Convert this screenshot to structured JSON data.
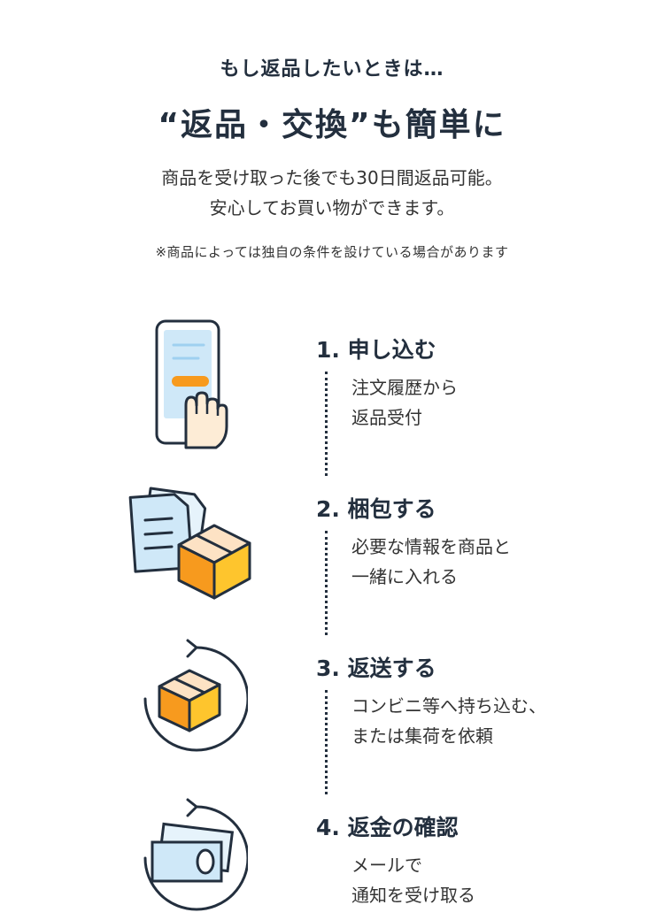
{
  "intro": {
    "lead": "もし返品したいときは…",
    "headline": "“返品・交換”も簡単に",
    "desc_line1": "商品を受け取った後でも30日間返品可能。",
    "desc_line2": "安心してお買い物ができます。",
    "note": "※商品によっては独自の条件を設けている場合があります"
  },
  "steps": [
    {
      "title": "1. 申し込む",
      "line1": "注文履歴から",
      "line2": "返品受付",
      "icon": "phone-tap-icon"
    },
    {
      "title": "2. 梱包する",
      "line1": "必要な情報を商品と",
      "line2": "一緒に入れる",
      "icon": "documents-box-icon"
    },
    {
      "title": "3. 返送する",
      "line1": "コンビニ等へ持ち込む、",
      "line2": "または集荷を依頼",
      "icon": "box-return-icon"
    },
    {
      "title": "4. 返金の確認",
      "line1": "メールで",
      "line2": "通知を受け取る",
      "icon": "money-return-icon"
    }
  ],
  "colors": {
    "text": "#232f3e",
    "orange": "#f79a1e",
    "yellow": "#fec52d",
    "light_blue": "#cfe8f8",
    "peach": "#fde2c4"
  }
}
